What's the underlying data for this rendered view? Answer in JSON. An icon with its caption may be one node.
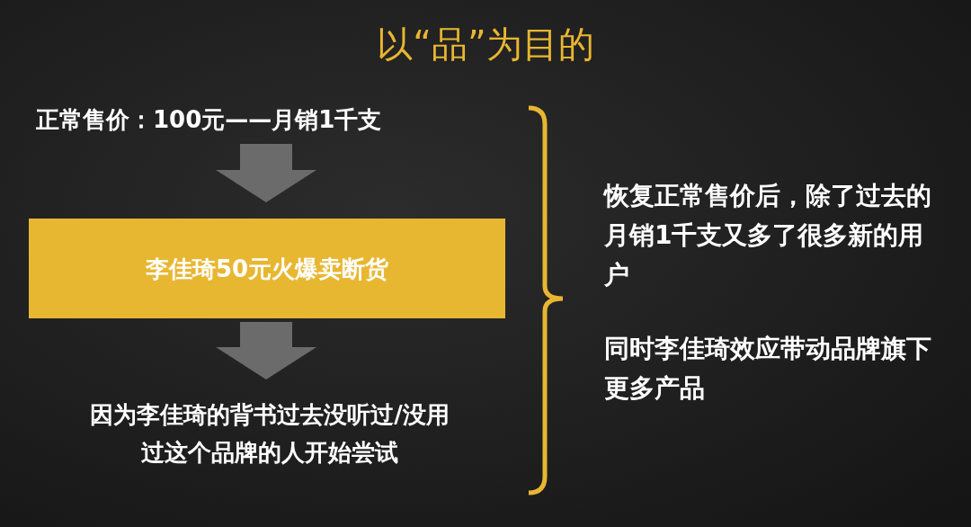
{
  "diagram": {
    "title": "以“品”为目的",
    "nodes": [
      {
        "text": [
          "正常售价：100元——月销1千支"
        ]
      },
      {
        "text": [
          "李佳琦50元火爆卖断货"
        ]
      },
      {
        "text": [
          "因为李佳琦的背书过去没听过/没用过这个品牌的人开始尝试"
        ]
      }
    ],
    "edges": [
      {
        "from": 0,
        "to": 1,
        "arrow": "to"
      },
      {
        "from": 1,
        "to": 2,
        "arrow": "to"
      }
    ],
    "labels": [
      "恢复正常售价后，除了过去的月销1千支又多了很多新的用户",
      "同时李佳琦效应带动品牌旗下更多产品"
    ]
  }
}
